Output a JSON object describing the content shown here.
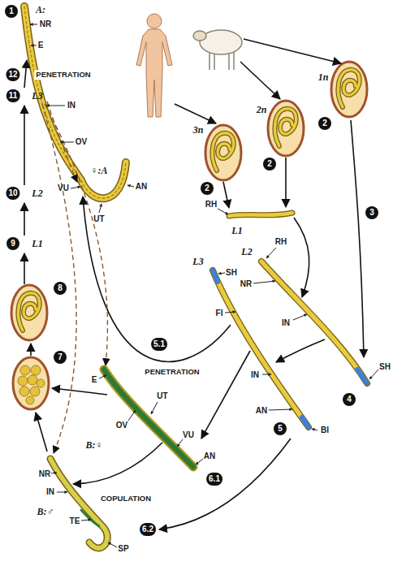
{
  "diagram": {
    "labels": [
      "1",
      "A:",
      "NR",
      "E",
      "12",
      "PENETRATION",
      "11",
      "L3",
      "IN",
      "OV",
      "♀:A",
      "VU",
      "UT",
      "AN",
      "3n",
      "2n",
      "1n",
      "2",
      "2",
      "2",
      "10",
      "L2",
      "RH",
      "L1",
      "3",
      "9",
      "L1",
      "L2",
      "RH",
      "L3",
      "SH",
      "NR",
      "IN",
      "8",
      "FI",
      "PENETRATION",
      "7",
      "SH",
      "5.1",
      "E",
      "IN",
      "UT",
      "4",
      "AN",
      "OV",
      "5",
      "BI",
      "VU",
      "B:♀",
      "AN",
      "NR",
      "6.1",
      "IN",
      "COPULATION",
      "B:♂",
      "TE",
      "6.2",
      "SP"
    ]
  }
}
